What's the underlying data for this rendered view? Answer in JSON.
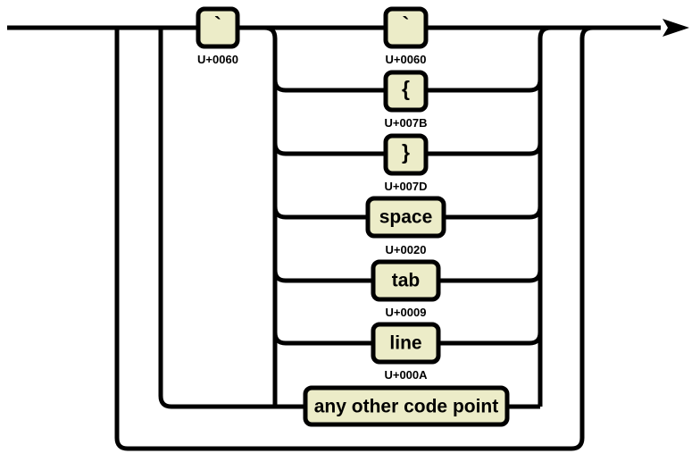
{
  "diagram": {
    "type": "railroad-syntax-diagram",
    "title": "",
    "colors": {
      "box_fill": "#ececc8",
      "stroke": "#000000",
      "background": "#ffffff"
    },
    "entry": {
      "name": "entry-line",
      "direction": "left-to-right"
    },
    "exit": {
      "name": "exit-arrow",
      "direction": "right"
    },
    "prefix": {
      "label": "`",
      "code": "U+0060",
      "name": "backtick-open"
    },
    "alternatives": [
      {
        "label": "`",
        "code": "U+0060",
        "name": "backtick",
        "shape": "square"
      },
      {
        "label": "{",
        "code": "U+007B",
        "name": "left-brace",
        "shape": "square"
      },
      {
        "label": "}",
        "code": "U+007D",
        "name": "right-brace",
        "shape": "square"
      },
      {
        "label": "space",
        "code": "U+0020",
        "name": "space",
        "shape": "wide"
      },
      {
        "label": "tab",
        "code": "U+0009",
        "name": "tab",
        "shape": "medium"
      },
      {
        "label": "line",
        "code": "U+000A",
        "name": "line",
        "shape": "medium"
      },
      {
        "label": "any other code point",
        "code": "",
        "name": "any-other-code-point",
        "shape": "extrawide"
      }
    ]
  }
}
